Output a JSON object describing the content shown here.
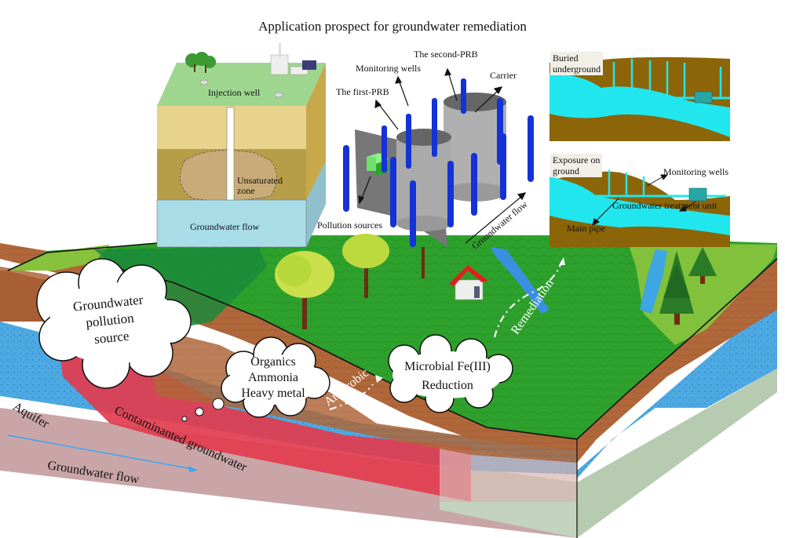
{
  "title": "Application prospect for groundwater remediation",
  "inset_injection": {
    "injection_well": "Injection well",
    "unsaturated_zone": [
      "Unsaturated",
      "zone"
    ],
    "groundwater_flow": "Groundwater flow"
  },
  "inset_prb": {
    "the_second_prb": "The second-PRB",
    "monitoring_wells": "Monitoring wells",
    "the_first_prb": "The first-PRB",
    "carrier": "Carrier",
    "pollution_sources": "Pollution sources",
    "groundwater_flow": "Groundwater flow"
  },
  "inset_buried": {
    "label": [
      "Buried",
      "underground"
    ]
  },
  "inset_exposure": {
    "label": [
      "Exposure on",
      "ground"
    ],
    "monitoring_wells": "Monitoring wells",
    "treatment_unit": "Groundwater treatment unit",
    "main_pipe": "Main pipe"
  },
  "landscape": {
    "pollution_source_cloud": [
      "Groundwater",
      "pollution",
      "source"
    ],
    "contaminants_cloud": [
      "Organics",
      "Ammonia",
      "Heavy metal"
    ],
    "microbial_cloud": [
      "Microbial Fe(III)",
      "Reduction"
    ],
    "anaerobic": "Anaerobic",
    "remediation": "Remediation",
    "aquifer": "Aquifer",
    "contaminated_groundwater": "Contaminanted groundwater",
    "groundwater_flow": "Groundwater flow"
  },
  "colors": {
    "grass": "#2e9e2a",
    "grass_light": "#8cc63f",
    "soil": "#b0693a",
    "aquifer": "#4aa8e0",
    "contamination": "#e0404e",
    "bedrock": "#b9cdb4",
    "inset_soil": "#8b6508",
    "inset_water": "#22e6ee",
    "well_blue": "#1030d0"
  }
}
